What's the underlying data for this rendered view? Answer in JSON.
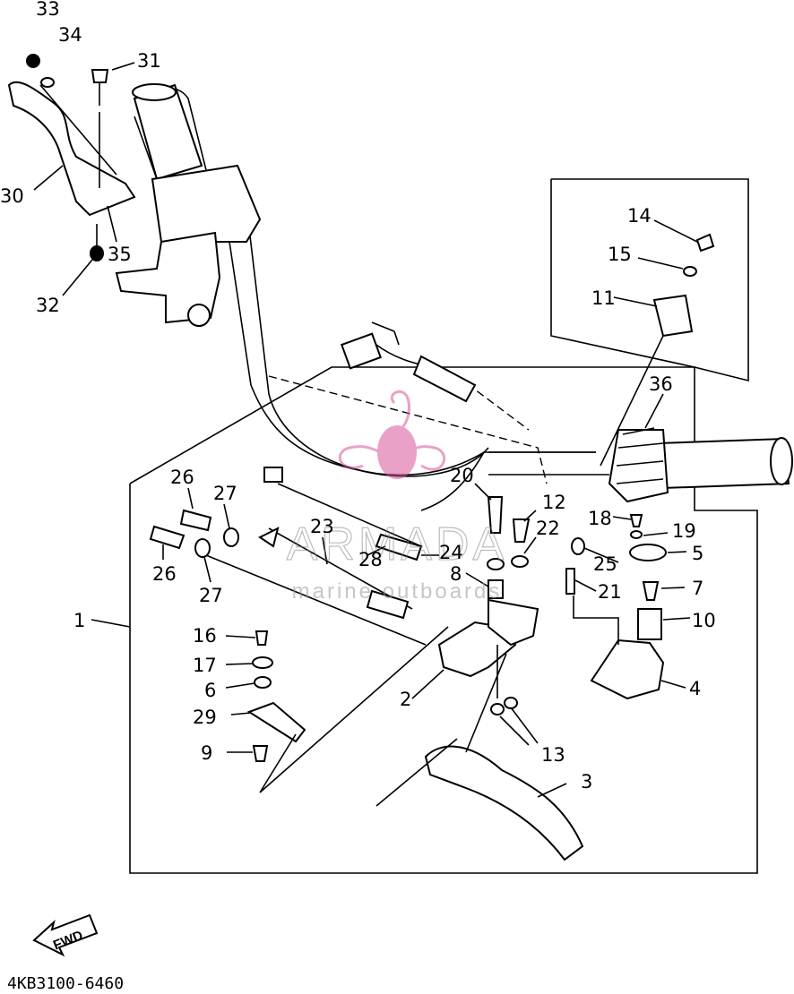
{
  "part_labels": [
    {
      "id": "33",
      "text": "33"
    },
    {
      "id": "34",
      "text": "34"
    },
    {
      "id": "31",
      "text": "31"
    },
    {
      "id": "30",
      "text": "30"
    },
    {
      "id": "35",
      "text": "35"
    },
    {
      "id": "32",
      "text": "32"
    },
    {
      "id": "14",
      "text": "14"
    },
    {
      "id": "15",
      "text": "15"
    },
    {
      "id": "11",
      "text": "11"
    },
    {
      "id": "36",
      "text": "36"
    },
    {
      "id": "20",
      "text": "20"
    },
    {
      "id": "12",
      "text": "12"
    },
    {
      "id": "22",
      "text": "22"
    },
    {
      "id": "18",
      "text": "18"
    },
    {
      "id": "19",
      "text": "19"
    },
    {
      "id": "5",
      "text": "5"
    },
    {
      "id": "25",
      "text": "25"
    },
    {
      "id": "21",
      "text": "21"
    },
    {
      "id": "7",
      "text": "7"
    },
    {
      "id": "10",
      "text": "10"
    },
    {
      "id": "4",
      "text": "4"
    },
    {
      "id": "26a",
      "text": "26"
    },
    {
      "id": "27a",
      "text": "27"
    },
    {
      "id": "23",
      "text": "23"
    },
    {
      "id": "28",
      "text": "28"
    },
    {
      "id": "24",
      "text": "24"
    },
    {
      "id": "8",
      "text": "8"
    },
    {
      "id": "26b",
      "text": "26"
    },
    {
      "id": "27b",
      "text": "27"
    },
    {
      "id": "1",
      "text": "1"
    },
    {
      "id": "16",
      "text": "16"
    },
    {
      "id": "17",
      "text": "17"
    },
    {
      "id": "6",
      "text": "6"
    },
    {
      "id": "2",
      "text": "2"
    },
    {
      "id": "29",
      "text": "29"
    },
    {
      "id": "13",
      "text": "13"
    },
    {
      "id": "9",
      "text": "9"
    },
    {
      "id": "3",
      "text": "3"
    }
  ],
  "watermark": {
    "brand": "ARMADA",
    "tagline": "marine outboards"
  },
  "fwd_label": "FWD",
  "drawing_code": "4KB3100-6460"
}
